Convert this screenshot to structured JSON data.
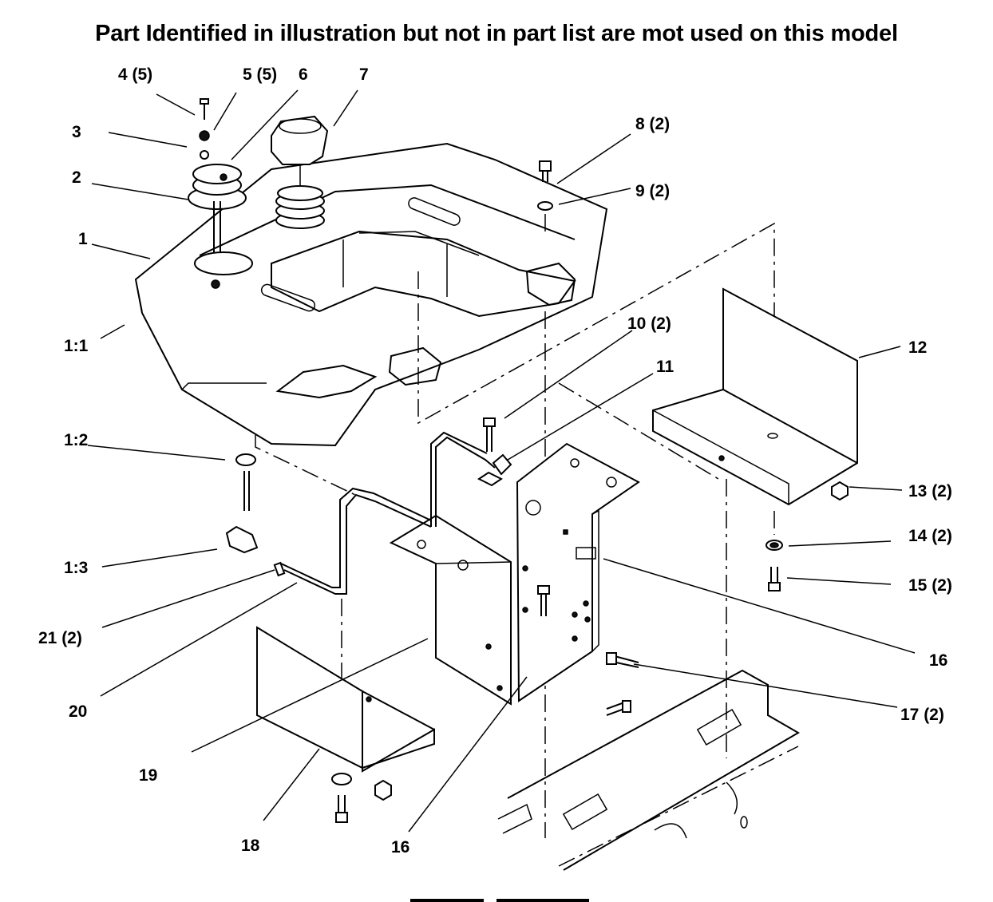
{
  "header": {
    "title": "Part Identified in illustration but not in part list are mot used on this model"
  },
  "callouts": [
    {
      "id": "c1",
      "text": "1"
    },
    {
      "id": "c1_1",
      "text": "1:1"
    },
    {
      "id": "c1_2",
      "text": "1:2"
    },
    {
      "id": "c1_3",
      "text": "1:3"
    },
    {
      "id": "c2",
      "text": "2"
    },
    {
      "id": "c3",
      "text": "3"
    },
    {
      "id": "c4",
      "text": "4 (5)"
    },
    {
      "id": "c5",
      "text": "5 (5)"
    },
    {
      "id": "c6",
      "text": "6"
    },
    {
      "id": "c7",
      "text": "7"
    },
    {
      "id": "c8",
      "text": "8 (2)"
    },
    {
      "id": "c9",
      "text": "9 (2)"
    },
    {
      "id": "c10",
      "text": "10 (2)"
    },
    {
      "id": "c11",
      "text": "11"
    },
    {
      "id": "c12",
      "text": "12"
    },
    {
      "id": "c13",
      "text": "13 (2)"
    },
    {
      "id": "c14",
      "text": "14 (2)"
    },
    {
      "id": "c15",
      "text": "15 (2)"
    },
    {
      "id": "c16a",
      "text": "16"
    },
    {
      "id": "c16b",
      "text": "16"
    },
    {
      "id": "c17",
      "text": "17 (2)"
    },
    {
      "id": "c18",
      "text": "18"
    },
    {
      "id": "c19",
      "text": "19"
    },
    {
      "id": "c20",
      "text": "20"
    },
    {
      "id": "c21",
      "text": "21 (2)"
    }
  ]
}
